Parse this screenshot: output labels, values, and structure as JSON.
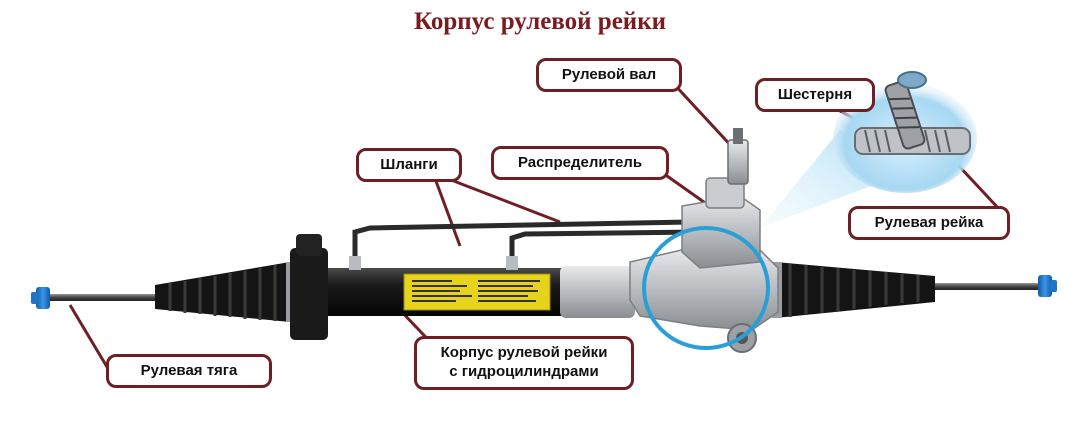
{
  "title": "Корпус рулевой рейки",
  "labels": {
    "steering_shaft": "Рулевой вал",
    "pinion": "Шестерня",
    "hoses": "Шланги",
    "valve": "Распределитель",
    "rack": "Рулевая рейка",
    "tie_rod": "Рулевая тяга",
    "housing_line1": "Корпус рулевой рейки",
    "housing_line2": "с гидроцилиндрами"
  },
  "colors": {
    "title": "#7a1b1f",
    "label_border": "#6f1f23",
    "highlight_circle": "#2a9fd6",
    "end_caps": "#1e74c8"
  }
}
